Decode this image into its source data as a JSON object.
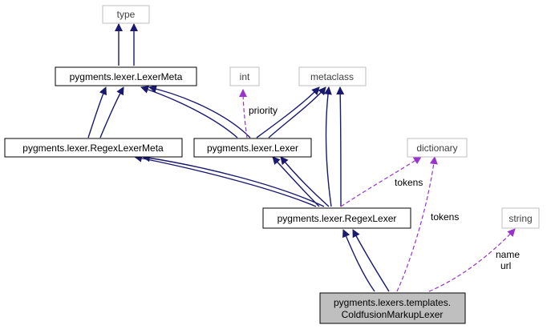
{
  "nodes": {
    "type": "type",
    "lexermeta": "pygments.lexer.LexerMeta",
    "int": "int",
    "metaclass": "metaclass",
    "regexlexermeta": "pygments.lexer.RegexLexerMeta",
    "lexer": "pygments.lexer.Lexer",
    "dictionary": "dictionary",
    "regexlexer": "pygments.lexer.RegexLexer",
    "string": "string",
    "coldfusion_line1": "pygments.lexers.templates.",
    "coldfusion_line2": "ColdfusionMarkupLexer"
  },
  "edge_labels": {
    "priority": "priority",
    "tokens_a": "tokens",
    "tokens_b": "tokens",
    "name": "name",
    "url": "url"
  },
  "colors": {
    "inherit_edge": "#191970",
    "use_edge": "#9a32cd",
    "focus_fill": "#bfbfbf",
    "ghost_border": "#bfbfbf"
  }
}
